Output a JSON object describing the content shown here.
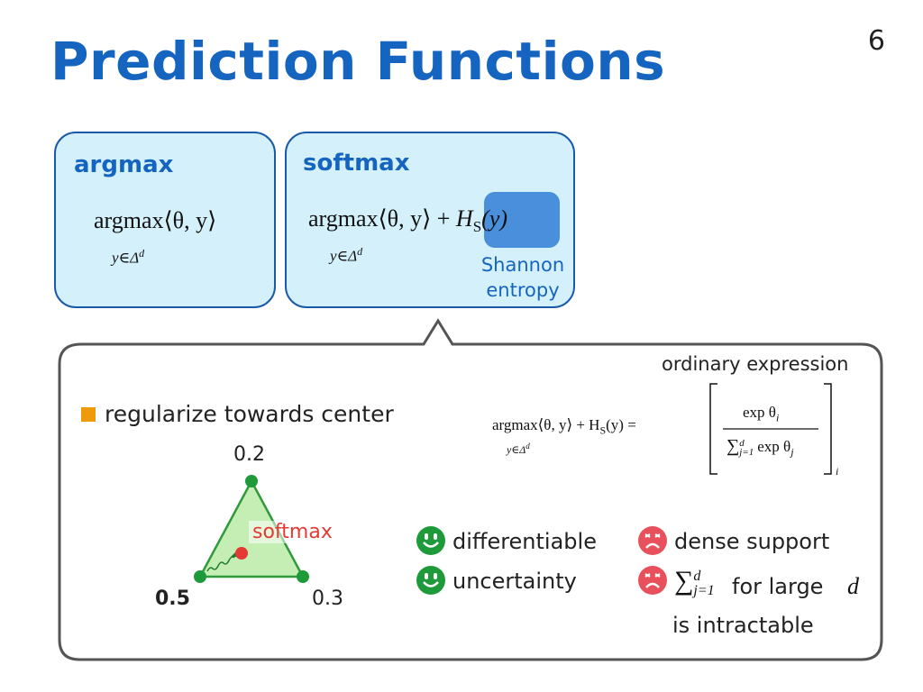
{
  "slide": {
    "title": "Prediction Functions",
    "page_number": "6"
  },
  "argmax_box": {
    "title": "argmax",
    "formula_main": "argmax⟨θ, y⟩",
    "formula_sub": "y∈Δ",
    "formula_sup": "d"
  },
  "softmax_box": {
    "title": "softmax",
    "formula_main": "argmax⟨θ, y⟩ + ",
    "formula_H": "H",
    "formula_H_sub": "S",
    "formula_H_arg": "(y)",
    "formula_sub": "y∈Δ",
    "formula_sup": "d",
    "annotation_line1": "Shannon",
    "annotation_line2": "entropy"
  },
  "detail_panel": {
    "bullet": "regularize towards center",
    "ordinary_label": "ordinary expression",
    "equation": {
      "lhs": "argmax⟨θ, y⟩ + H",
      "lhs_sub": "S",
      "lhs_tail": "(y) =",
      "under": "y∈Δ",
      "under_sup": "d",
      "numerator": "exp θ",
      "numerator_sub": "i",
      "denominator_sum": "∑",
      "denominator_sum_sup": "d",
      "denominator_sum_sub": "j=1",
      "denominator": "exp θ",
      "denominator_sub": "j",
      "outer_sub": "i"
    },
    "simplex": {
      "top_value": "0.2",
      "left_value": "0.5",
      "right_value": "0.3",
      "point_label": "softmax"
    },
    "pros": [
      "differentiable",
      "uncertainty"
    ],
    "cons": {
      "dense": "dense support",
      "sum_symbol": "∑",
      "sum_sup": "d",
      "sum_sub": "j=1",
      "for_large": "for large",
      "d_var": "d",
      "intractable": "is intractable"
    },
    "colors": {
      "green": "#1f9a3a",
      "red": "#e53935",
      "triangle_fill": "#c5eeb4",
      "orange": "#ef9a0b"
    }
  }
}
